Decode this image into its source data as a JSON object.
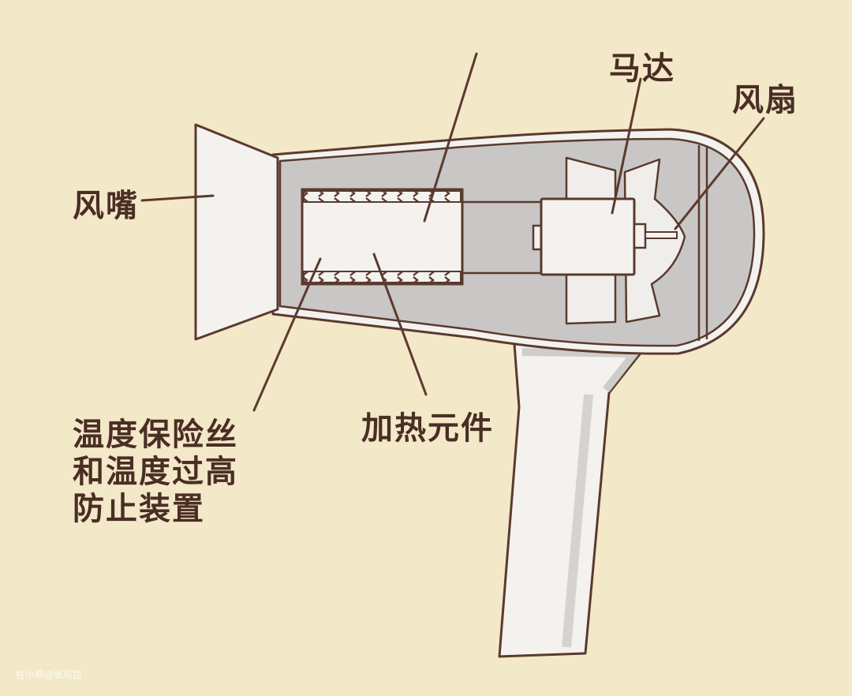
{
  "labels": {
    "nozzle": "风嘴",
    "motor": "马达",
    "fan": "风扇",
    "heating_element": "加热元件",
    "fuse_line1": "温度保险丝",
    "fuse_line2": "和温度过高",
    "fuse_line3": "防止装置"
  },
  "watermark": "住小帮@张可拉",
  "colors": {
    "background": "#f3e8c8",
    "outline": "#5a3a2e",
    "body_fill": "#f4f2ef",
    "cavity_fill": "#c9c7c5",
    "text": "#4a2e24"
  }
}
